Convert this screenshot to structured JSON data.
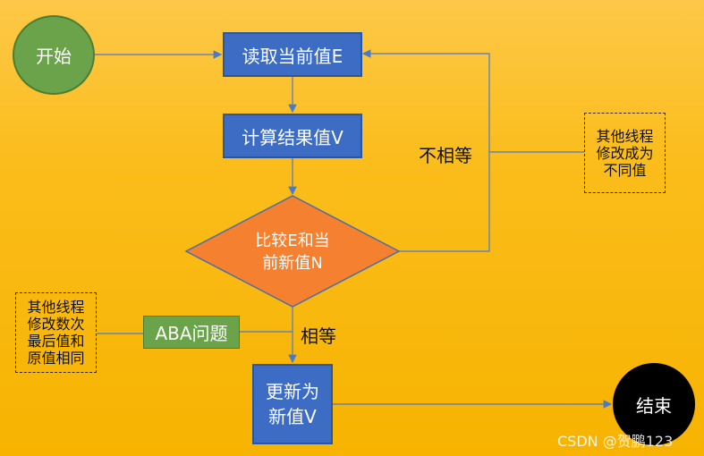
{
  "nodes": {
    "start": "开始",
    "read": "读取当前值E",
    "compute": "计算结果值V",
    "compare_line1": "比较E和当",
    "compare_line2": "前新值N",
    "update_line1": "更新为",
    "update_line2": "新值V",
    "end": "结束",
    "aba": "ABA问题"
  },
  "notes": {
    "right": [
      "其他线程",
      "修改成为",
      "不同值"
    ],
    "left": [
      "其他线程",
      "修改数次",
      "最后值和",
      "原值相同"
    ]
  },
  "edge_labels": {
    "not_equal": "不相等",
    "equal": "相等"
  },
  "watermark": "CSDN @贺鹏123",
  "colors": {
    "blue": "#3c6cc4",
    "green": "#6aa34a",
    "orange": "#f5802f",
    "black": "#000000"
  }
}
